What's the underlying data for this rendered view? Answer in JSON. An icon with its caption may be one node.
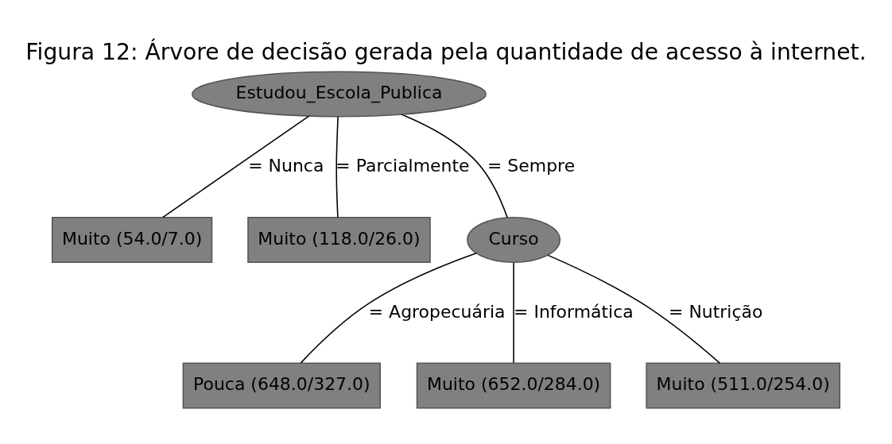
{
  "diagram": {
    "title": "Figura 12: Árvore de decisão gerada pela quantidade de acesso à internet.",
    "nodes": [
      {
        "text": [
          "Estudou_Escola_Publica"
        ]
      },
      {
        "text": [
          "Muito (54.0/7.0)"
        ]
      },
      {
        "text": [
          "Muito (118.0/26.0)"
        ]
      },
      {
        "text": [
          "Curso"
        ]
      },
      {
        "text": [
          "Pouca (648.0/327.0)"
        ]
      },
      {
        "text": [
          "Muito (652.0/284.0)"
        ]
      },
      {
        "text": [
          "Muito (511.0/254.0)"
        ]
      }
    ],
    "edges": [
      {
        "from": 0,
        "to": 1,
        "arrow": "none",
        "label": "= Nunca"
      },
      {
        "from": 0,
        "to": 2,
        "arrow": "none",
        "label": "= Parcialmente"
      },
      {
        "from": 0,
        "to": 3,
        "arrow": "none",
        "label": "= Sempre"
      },
      {
        "from": 3,
        "to": 4,
        "arrow": "none",
        "label": "= Agropecuária"
      },
      {
        "from": 3,
        "to": 5,
        "arrow": "none",
        "label": "= Informática"
      },
      {
        "from": 3,
        "to": 6,
        "arrow": "none",
        "label": "= Nutrição"
      }
    ]
  }
}
